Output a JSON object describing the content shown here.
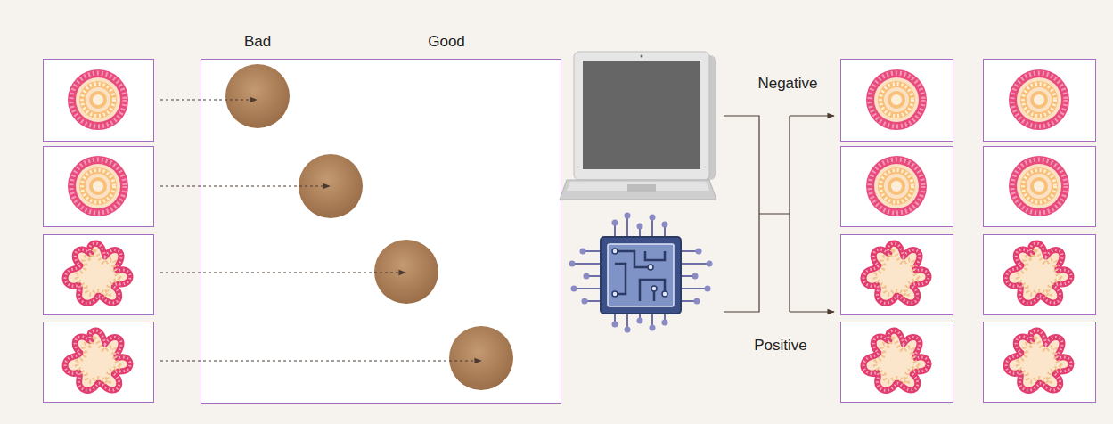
{
  "diagram": {
    "labels": [
      "Bad",
      "Good",
      "Negative",
      "Positive"
    ]
  }
}
